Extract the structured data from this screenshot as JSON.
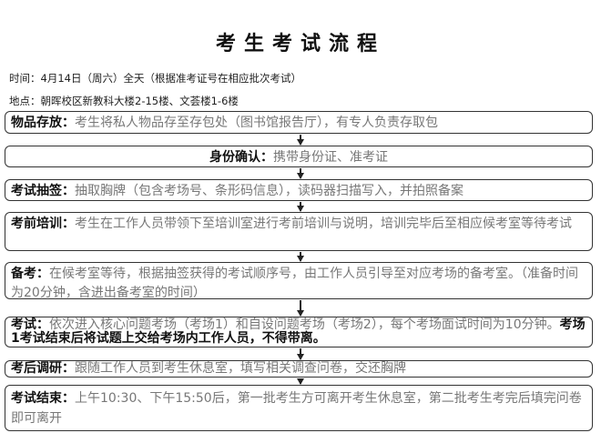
{
  "title": "考生考试流程",
  "time": "时间：4月14日（周六）全天（根据准考证号在相应批次考试）",
  "location": "地点：朝晖校区新教科大楼2-15楼、文荟楼1-6楼",
  "steps": [
    {
      "label": "物品存放：",
      "text": "考生将私人物品存至存包处（图书馆报告厅），有专人负责存取包"
    },
    {
      "label": "身份确认：",
      "text": "携带身份证、准考证"
    },
    {
      "label": "考试抽签：",
      "text": "抽取胸牌（包含考场号、条形码信息），读码器扫描写入，并拍照备案"
    },
    {
      "label": "考前培训：",
      "text": "考生在工作人员带领下至培训室进行考前培训与说明，培训完毕后至相应候考室等待考试"
    },
    {
      "label": "备考：",
      "text": "在候考室等待，根据抽签获得的考试顺序号，由工作人员引导至对应考场的备考室。（准备时间为20分钟，含进出备考室的时间）"
    },
    {
      "label": "考试：",
      "text": "依次进入核心问题考场（考场1）和自设问题考场（考场2），每个考场面试时间为10分钟。",
      "emphasis": "考场1考试结束后将试题上交给考场内工作人员，不得带离。"
    },
    {
      "label": "考后调研：",
      "text": "跟随工作人员到考生休息室，填写相关调查问卷，交还胸牌"
    },
    {
      "label": "考试结束：",
      "text": "上午10:30、下午15:50后，第一批考生方可离开考生休息室，第二批考生考完后填完问卷即可离开"
    }
  ]
}
